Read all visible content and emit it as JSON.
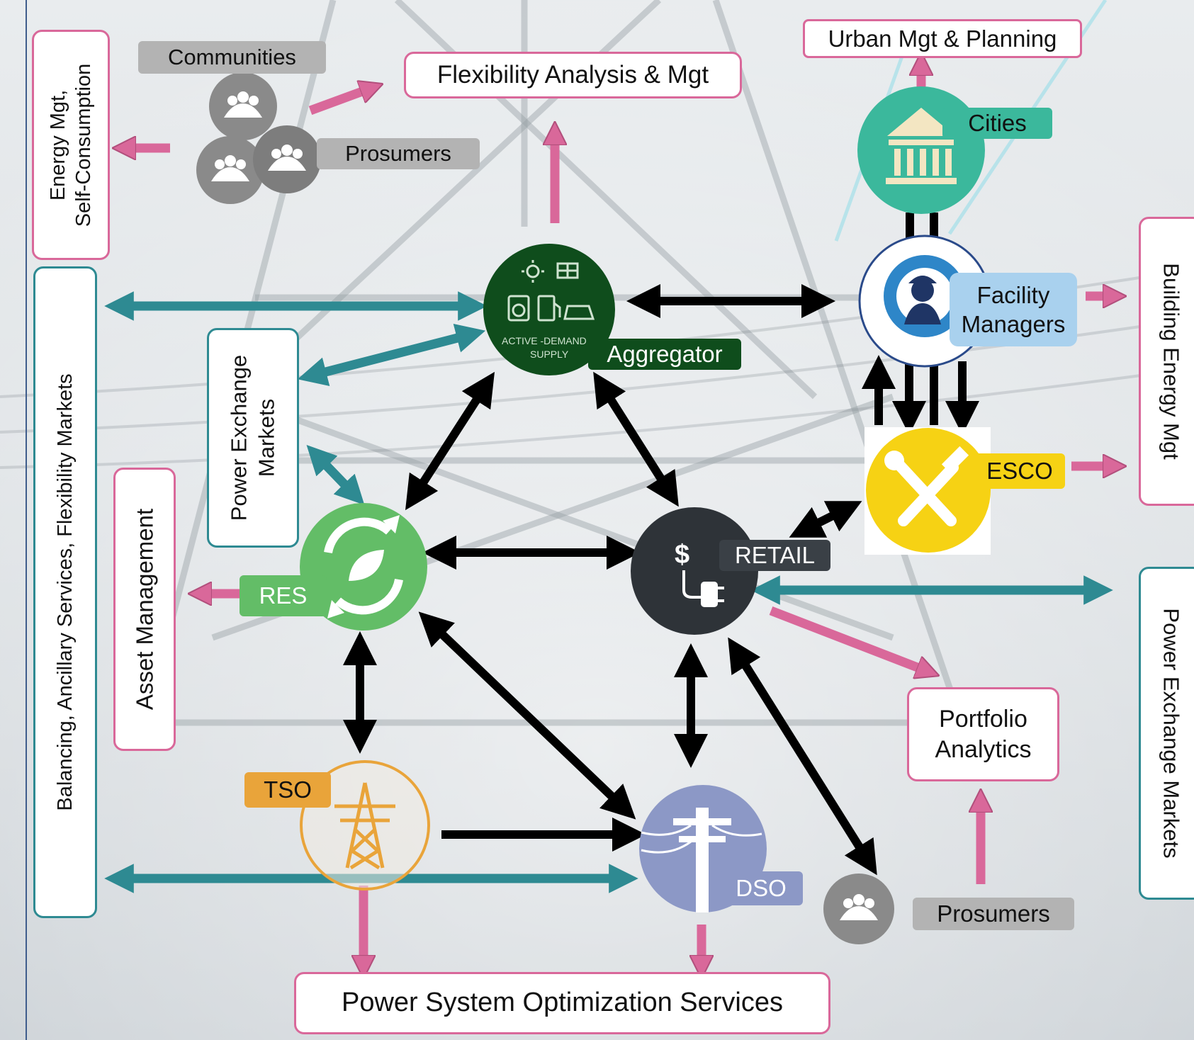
{
  "boxes": {
    "energy_mgt": [
      "Energy Mgt,",
      "Self-Consumption"
    ],
    "flexibility": "Flexibility Analysis & Mgt",
    "urban": "Urban Mgt & Planning",
    "balancing": "Balancing, Ancillary Services, Flexibility Markets",
    "power_exchange_left": [
      "Power Exchange",
      "Markets"
    ],
    "asset": "Asset Management",
    "building": "Building Energy Mgt",
    "power_exchange_right": "Power Exchange Markets",
    "portfolio": [
      "Portfolio",
      "Analytics"
    ],
    "optimization": "Power System Optimization Services"
  },
  "labels": {
    "communities": "Communities",
    "prosumers_top": "Prosumers",
    "cities": "Cities",
    "facility_managers": [
      "Facility",
      "Managers"
    ],
    "aggregator": "Aggregator",
    "aggregator_icon_text": [
      "ACTIVE -DEMAND",
      "SUPPLY"
    ],
    "esco": "ESCO",
    "retail": "RETAIL",
    "res": "RES",
    "tso": "TSO",
    "dso": "DSO",
    "prosumers_bottom": "Prosumers"
  },
  "colors": {
    "pink_arrow": "#d9689a",
    "teal_arrow": "#2e8a92",
    "black_arrow": "#000000",
    "aggregator": "#0f4d1c",
    "cities": "#3bb89c",
    "facility_label": "#a9d1ee",
    "esco": "#f6d214",
    "retail": "#2e3338",
    "res": "#63bd67",
    "tso": "#e9a43a",
    "dso": "#8c98c6",
    "group_gray": "#8a8a8a"
  }
}
